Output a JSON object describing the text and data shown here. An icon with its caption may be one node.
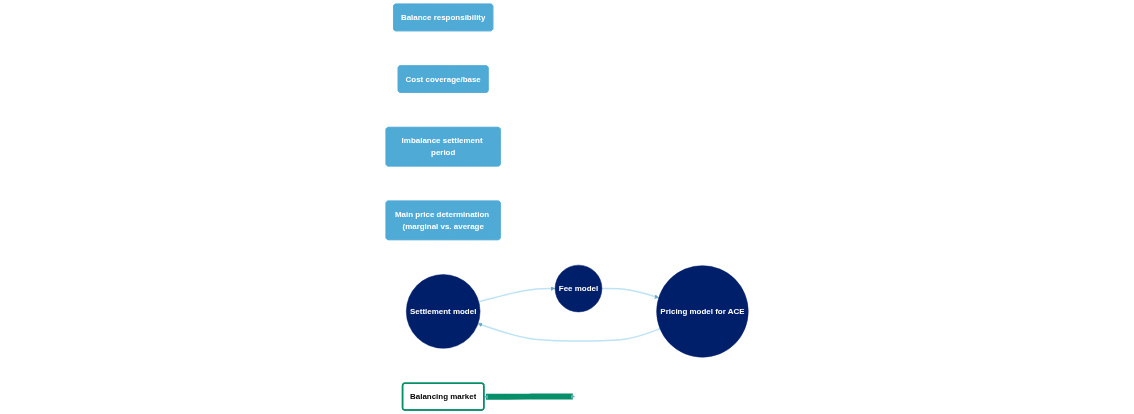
{
  "diagram": {
    "nodes": [
      {
        "text": [
          "Balance responsibility"
        ]
      },
      {
        "text": [
          "Cost coverage/base"
        ]
      },
      {
        "text": [
          "Imbalance settlement period"
        ]
      },
      {
        "text": [
          "Main price determination (marginal vs. average"
        ]
      },
      {
        "text": [
          "Settlement model"
        ]
      },
      {
        "text": [
          "Fee model"
        ]
      },
      {
        "text": [
          "Pricing model for ACE"
        ]
      },
      {
        "text": [
          "Balancing market"
        ]
      }
    ],
    "edges": [
      {
        "from": 4,
        "to": 5,
        "arrow": "to"
      },
      {
        "from": 5,
        "to": 6,
        "arrow": "to"
      },
      {
        "from": 6,
        "to": 4,
        "arrow": "to"
      },
      {
        "from": null,
        "to": 7,
        "arrow": "both",
        "style": "thick",
        "color": "#078f6a"
      }
    ]
  }
}
